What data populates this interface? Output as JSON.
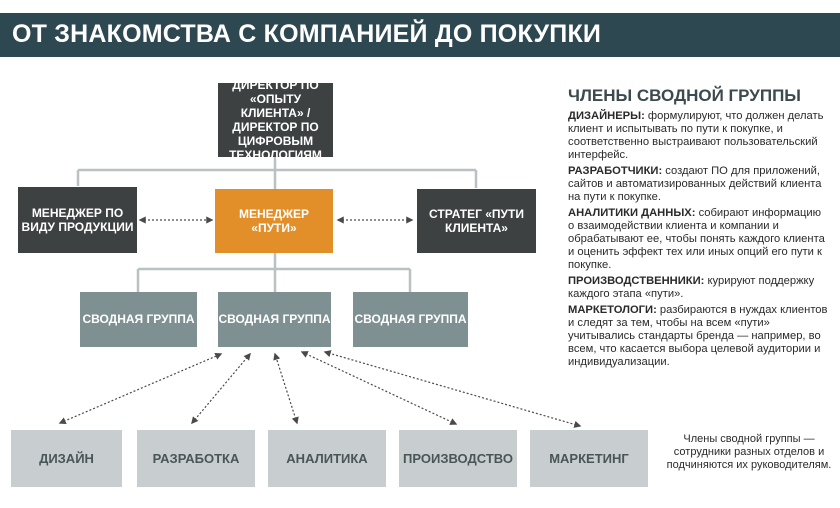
{
  "header": {
    "title": "ОТ ЗНАКОМСТВА С КОМПАНИЕЙ ДО ПОКУПКИ"
  },
  "org_chart": {
    "director": "ДИРЕКТОР ПО «ОПЫТУ КЛИЕНТА» / ДИРЕКТОР ПО ЦИФРОВЫМ ТЕХНОЛОГИЯМ",
    "product_manager": "МЕНЕДЖЕР ПО ВИДУ ПРОДУКЦИИ",
    "journey_manager": "МЕНЕДЖЕР «ПУТИ»",
    "journey_strategist": "СТРАТЕГ «ПУТИ КЛИЕНТА»",
    "groups": [
      "СВОДНАЯ ГРУППА",
      "СВОДНАЯ ГРУППА",
      "СВОДНАЯ ГРУППА"
    ],
    "departments": [
      "ДИЗАЙН",
      "РАЗРАБОТКА",
      "АНАЛИТИКА",
      "ПРОИЗВОДСТВО",
      "МАРКЕТИНГ"
    ]
  },
  "legend": {
    "title": "ЧЛЕНЫ СВОДНОЙ ГРУППЫ",
    "items": [
      {
        "term": "ДИЗАЙНЕРЫ:",
        "text": " формулируют, что должен делать клиент и испытывать по пути к покупке, и соответственно выстраивают пользовательский интерфейс."
      },
      {
        "term": "РАЗРАБОТЧИКИ:",
        "text": " создают ПО для приложений, сайтов и автоматизированных действий клиента на пути к покупке."
      },
      {
        "term": "АНАЛИТИКИ ДАННЫХ:",
        "text": " собирают информацию о взаимодействии клиента и компании и обрабатывают ее, чтобы понять каждого клиента и оценить эффект тех или иных опций его пути к покупке."
      },
      {
        "term": "ПРОИЗВОДСТВЕННИКИ:",
        "text": " курируют поддержку каждого этапа «пути»."
      },
      {
        "term": "МАРКЕТОЛОГИ:",
        "text": " разбираются в нуждах клиентов и следят за тем, чтобы на всем «пути» учитывались стандарты бренда — например, во всем, что касается выбора целевой аудитории и индивидуализации."
      }
    ]
  },
  "note": "Члены сводной группы — сотрудники разных отделов и подчиняются их руководителям.",
  "colors": {
    "banner": "#2e4852",
    "dark_box": "#3d4142",
    "accent": "#e28f2a",
    "group_box": "#7f9093",
    "department_box": "#c8cdcf"
  }
}
